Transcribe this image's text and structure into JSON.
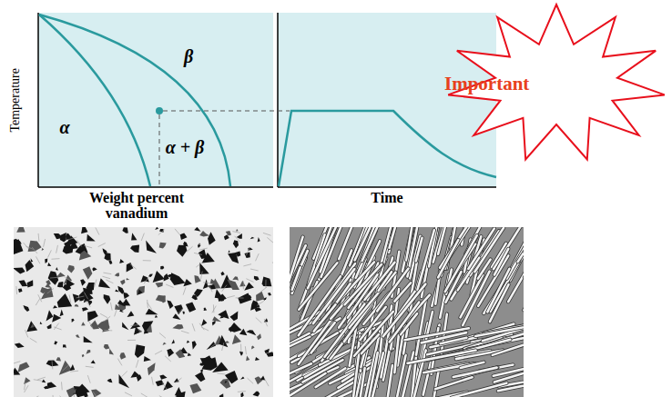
{
  "diagram": {
    "nodes": [
      {
        "text": [
          "Important"
        ]
      }
    ],
    "labels": [
      "Temperature",
      "Weight percent vanadium",
      "α",
      "β",
      "α + β",
      "Time"
    ]
  }
}
